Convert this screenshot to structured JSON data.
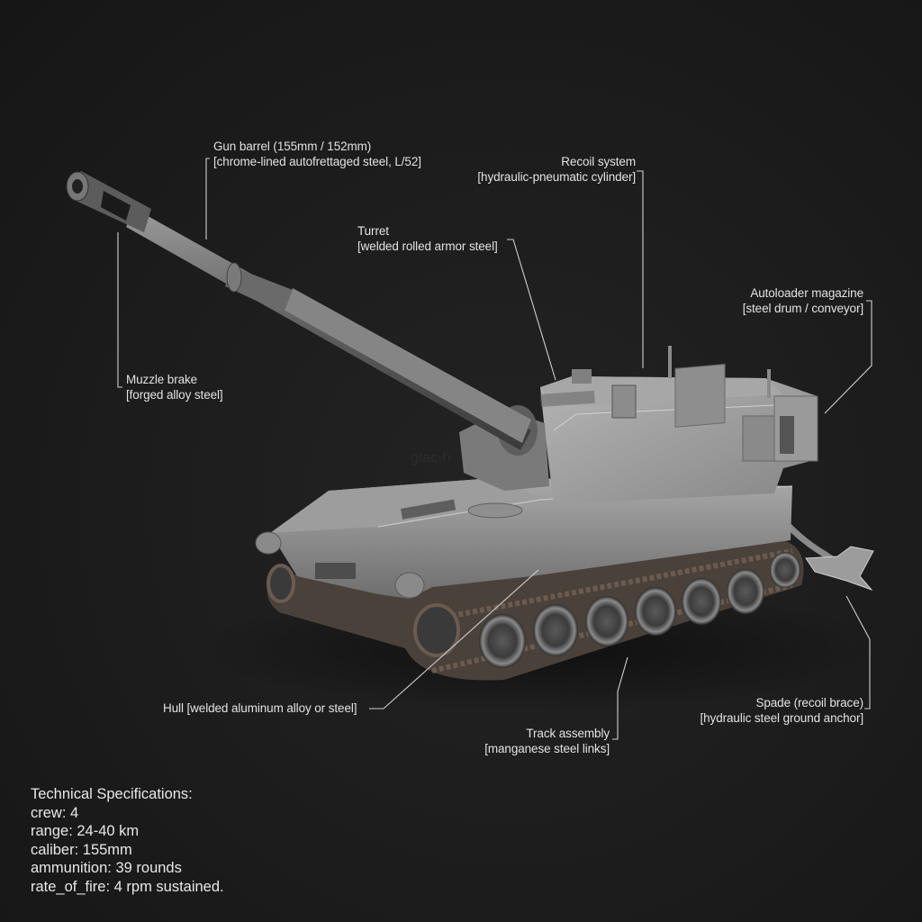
{
  "diagram": {
    "subject": "Self-propelled howitzer (tracked artillery vehicle)",
    "background_color": "#1c1c1c",
    "line_color": "#cfcfcf",
    "watermark": "gtac-h",
    "callouts": [
      {
        "id": "gun-barrel",
        "title": "Gun barrel (155mm / 152mm)",
        "material": "[chrome-lined autofrettaged steel, L/52]"
      },
      {
        "id": "recoil-system",
        "title": "Recoil system",
        "material": "[hydraulic-pneumatic cylinder]"
      },
      {
        "id": "turret",
        "title": "Turret",
        "material": "[welded rolled armor steel]"
      },
      {
        "id": "autoloader",
        "title": "Autoloader magazine",
        "material": "[steel drum / conveyor]"
      },
      {
        "id": "muzzle-brake",
        "title": "Muzzle brake",
        "material": "[forged alloy steel]"
      },
      {
        "id": "hull",
        "title": "Hull [welded aluminum alloy or steel]",
        "material": ""
      },
      {
        "id": "track",
        "title": "Track assembly",
        "material": "[manganese steel links]"
      },
      {
        "id": "spade",
        "title": "Spade (recoil brace)",
        "material": "[hydraulic steel ground anchor]"
      }
    ]
  },
  "specs": {
    "heading": "Technical Specifications:",
    "lines": [
      "crew: 4",
      "range: 24-40 km",
      "caliber: 155mm",
      "ammunition: 39 rounds",
      "rate_of_fire: 4 rpm sustained."
    ]
  }
}
